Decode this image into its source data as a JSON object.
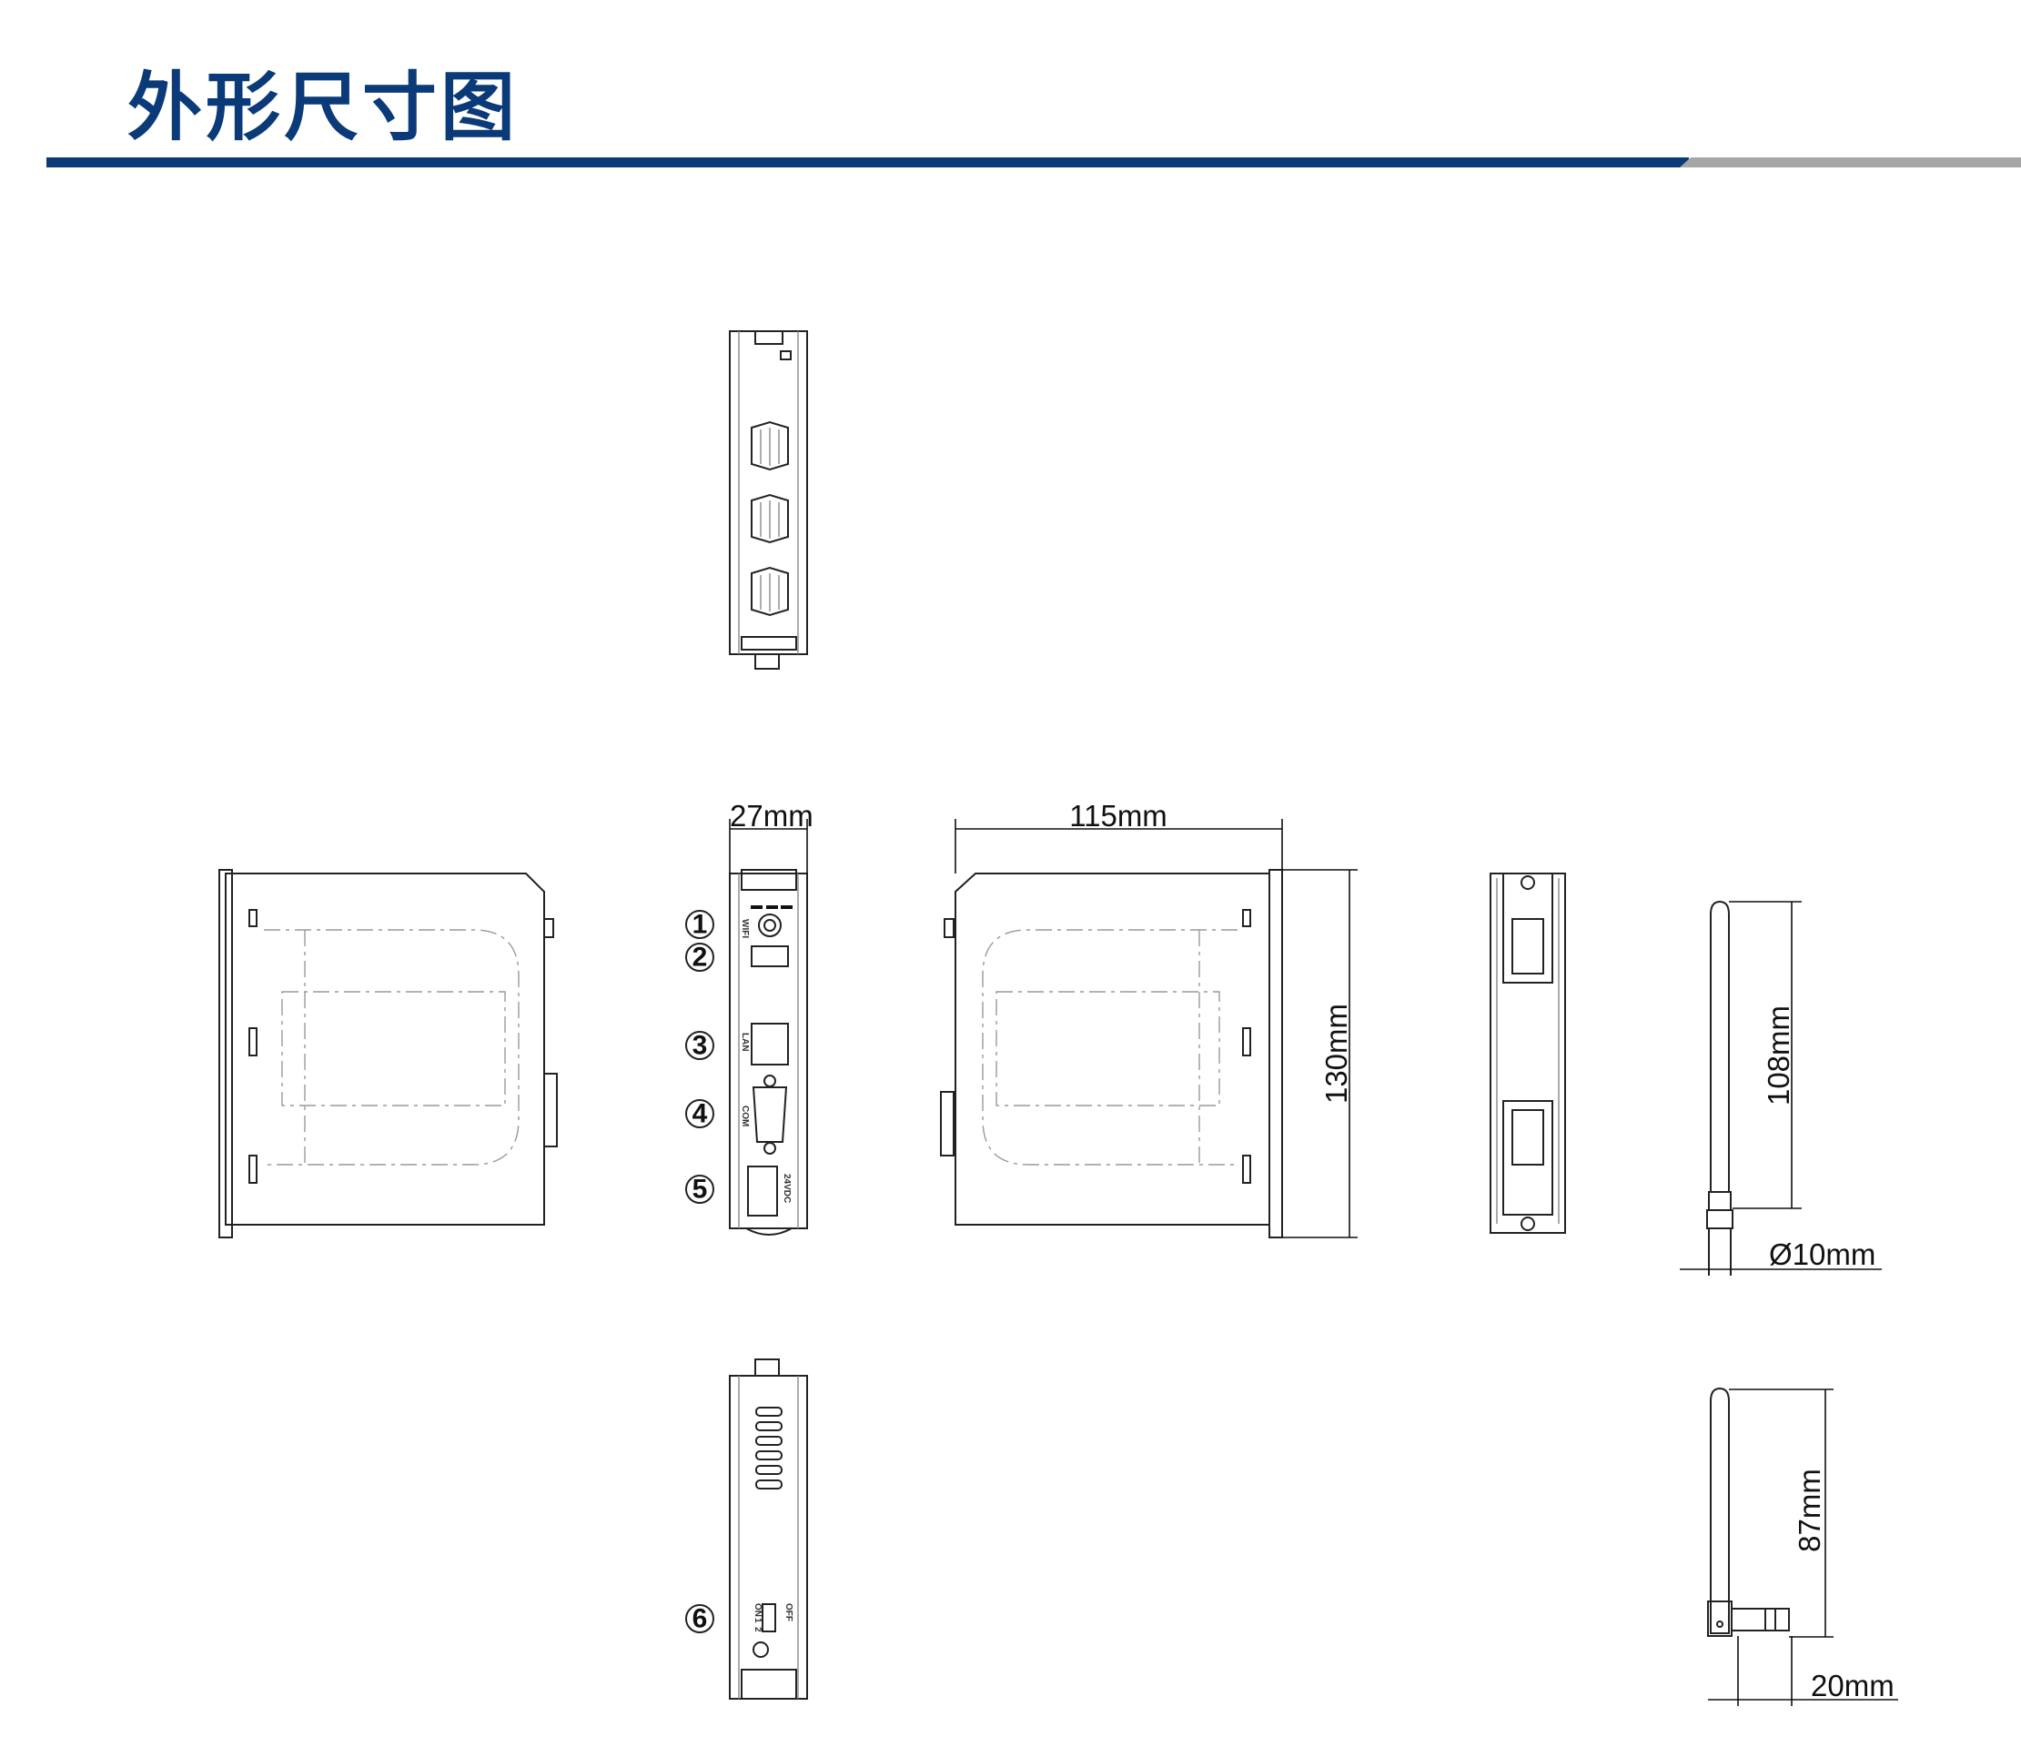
{
  "header": {
    "title": "外形尺寸图"
  },
  "colors": {
    "accent": "#0b3a78",
    "rule_gray": "#a6a6a6"
  },
  "dimensions": {
    "width": "27mm",
    "depth": "115mm",
    "height": "130mm",
    "antenna_straight_length": "108mm",
    "antenna_diameter": "Ø10mm",
    "antenna_bent_length": "87mm",
    "antenna_bent_offset": "20mm"
  },
  "callouts": [
    "1",
    "2",
    "3",
    "4",
    "5",
    "6"
  ],
  "port_labels": {
    "wifi": "WIFI",
    "lan": "LAN",
    "com": "COM",
    "power": "24VDC",
    "dip_on": "ON",
    "dip_off": "OFF",
    "dip_1": "1",
    "dip_2": "2"
  }
}
